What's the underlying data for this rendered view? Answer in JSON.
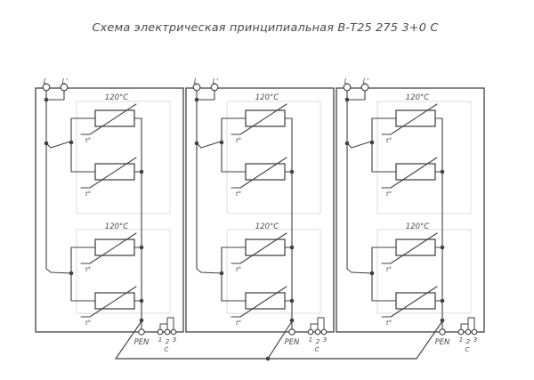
{
  "title": "Схема электрическая принципиальная В-Т25 275 3+0 С",
  "colors": {
    "background": "#ffffff",
    "line": "#414141",
    "faint_box": "#dcdcdc",
    "text": "#4a4a4a"
  },
  "schematic": {
    "thermistor_mark": "t°",
    "bus": {
      "junction_count": 3
    },
    "sections": [
      {
        "id": "heater-section-1",
        "input_labels": [
          "L",
          "L'"
        ],
        "pen_label": "PEN",
        "terminal_labels": [
          "1",
          "2",
          "3"
        ],
        "terminal_group_label": "С",
        "groups": [
          {
            "temp_label": "120°С",
            "thermistors": [
              "t°",
              "t°"
            ]
          },
          {
            "temp_label": "120°С",
            "thermistors": [
              "t°",
              "t°"
            ]
          }
        ]
      },
      {
        "id": "heater-section-2",
        "input_labels": [
          "L",
          "L'"
        ],
        "pen_label": "PEN",
        "terminal_labels": [
          "1",
          "2",
          "3"
        ],
        "terminal_group_label": "С",
        "groups": [
          {
            "temp_label": "120°С",
            "thermistors": [
              "t°",
              "t°"
            ]
          },
          {
            "temp_label": "120°С",
            "thermistors": [
              "t°",
              "t°"
            ]
          }
        ]
      },
      {
        "id": "heater-section-3",
        "input_labels": [
          "L",
          "L'"
        ],
        "pen_label": "PEN",
        "terminal_labels": [
          "1",
          "2",
          "3"
        ],
        "terminal_group_label": "С",
        "groups": [
          {
            "temp_label": "120°С",
            "thermistors": [
              "t°",
              "t°"
            ]
          },
          {
            "temp_label": "120°С",
            "thermistors": [
              "t°",
              "t°"
            ]
          }
        ]
      }
    ]
  }
}
